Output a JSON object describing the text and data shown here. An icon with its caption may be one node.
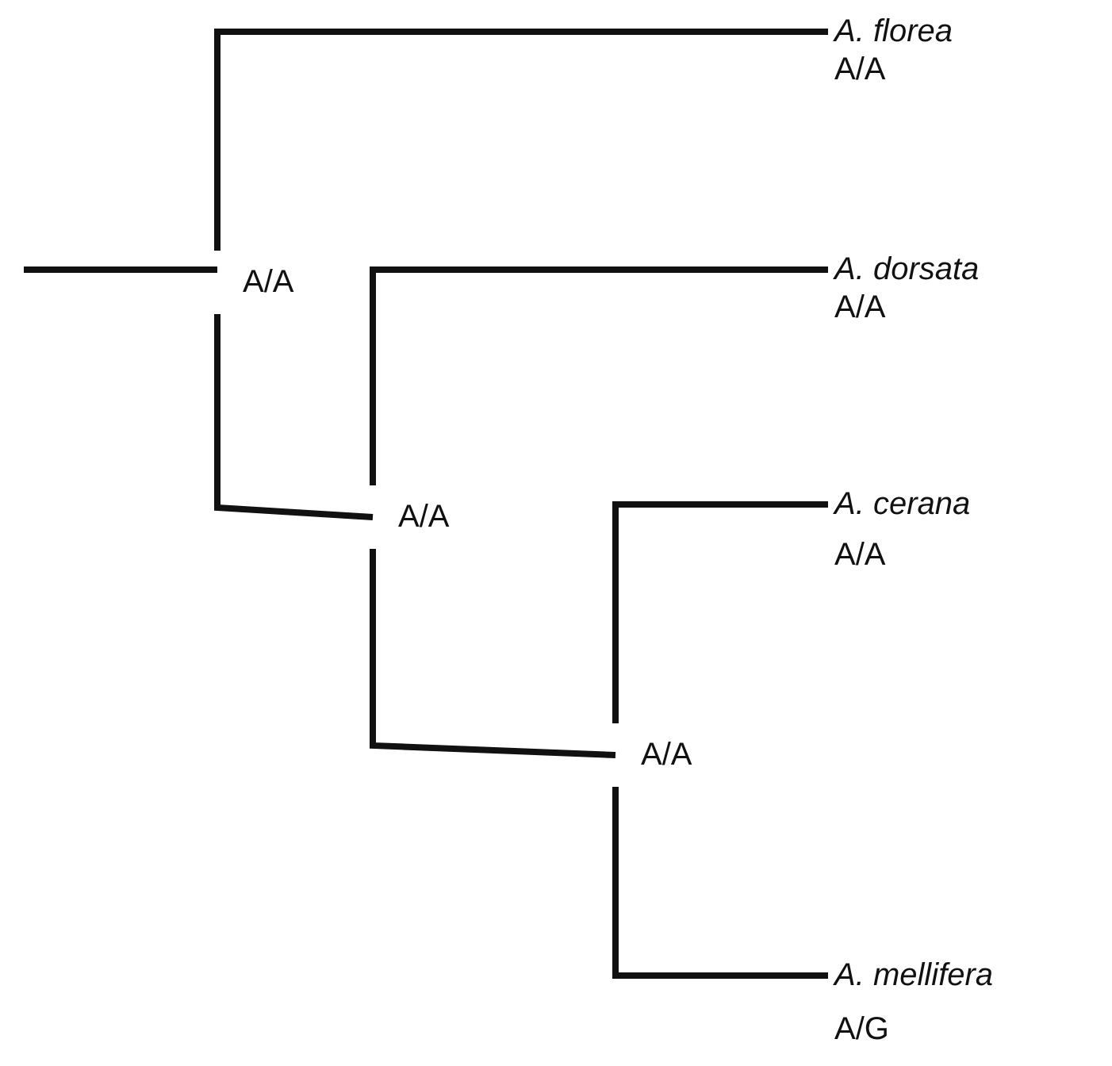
{
  "diagram": {
    "nodes": [
      {
        "text": [
          "A/A"
        ]
      },
      {
        "text": [
          "A. florea"
        ],
        "beside": [
          "A/A"
        ]
      },
      {
        "text": [
          "A/A"
        ]
      },
      {
        "text": [
          "A. dorsata"
        ],
        "beside": [
          "A/A"
        ]
      },
      {
        "text": [
          "A/A"
        ]
      },
      {
        "text": [
          "A. cerana"
        ],
        "beside": [
          "A/A"
        ]
      },
      {
        "text": [
          "A. mellifera"
        ],
        "beside": [
          "A/G"
        ]
      }
    ],
    "edges": [
      {
        "from": null,
        "to": 0,
        "arrow": "none"
      },
      {
        "from": 0,
        "to": 1,
        "arrow": "none"
      },
      {
        "from": 0,
        "to": 2,
        "arrow": "none"
      },
      {
        "from": 2,
        "to": 3,
        "arrow": "none"
      },
      {
        "from": 2,
        "to": 4,
        "arrow": "none"
      },
      {
        "from": 4,
        "to": 5,
        "arrow": "none"
      },
      {
        "from": 4,
        "to": 6,
        "arrow": "none"
      }
    ]
  }
}
